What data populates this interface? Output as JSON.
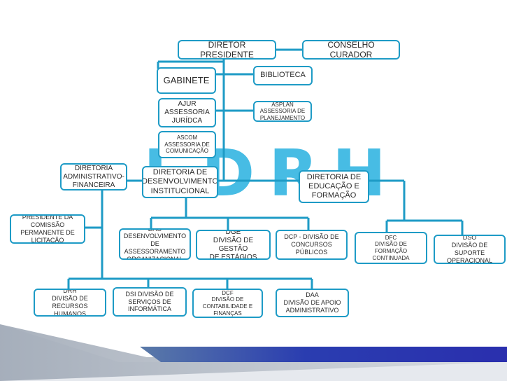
{
  "colors": {
    "line": "#1e9bc6",
    "accent": "#27b1e0",
    "band": "#2a2fae"
  },
  "watermark": "FDRH",
  "units": {
    "presidente": "DIRETOR PRESIDENTE",
    "conselho": "CONSELHO CURADOR",
    "gabinete": "GABINETE",
    "biblioteca": "BIBLIOTECA",
    "ajur": "AJUR\nASSESSORIA\nJURÍDCA",
    "asplan": "ASPLAN\nASSESSORIA DE\nPLANEJAMENTO",
    "ascom": "ASCOM\nASSESSORIA DE\nCOMUNICAÇÃO",
    "dir_admin": "DIRETORIA\nADMINISTRATIVO-\nFINANCEIRA",
    "dir_desenv": "DIRETORIA DE\nDESENVOLVIMENTO\nINSTITUCIONAL",
    "dir_educ": "DIRETORIA DE\nEDUCAÇÃO E\nFORMAÇÃO",
    "presidente_comissao": "PRESIDENTE DA\nCOMISSÃO\nPERMANENTE DE\nLICITAÇÃO",
    "dao": "DAO\nDESENVOLVIMENTO\nDE ASSESSORAMENTO\nORGANIZACIONAL",
    "dge": "DGE\nDIVISÃO DE GESTÃO\nDE ESTÁGIOS",
    "dcp": "DCP - DIVISÃO DE\nCONCURSOS PÚBLICOS",
    "dfc": "DFC\nDIVISÃO DE FORMAÇÃO\nCONTINUADA",
    "dso": "DSO\nDIVISÃO DE SUPORTE\nOPERACIONAL",
    "drh": "DRH\nDIVISÃO DE RECURSOS\nHUMANOS",
    "dsi": "DSI DIVISÃO DE\nSERVIÇOS DE\nINFORMÁTICA",
    "dcf": "DCF\nDIVISÃO DE\nCONTABILIDADE E\nFINANÇAS",
    "daa": "DAA\nDIVISÃO DE APOIO\nADMINISTRATIVO"
  }
}
